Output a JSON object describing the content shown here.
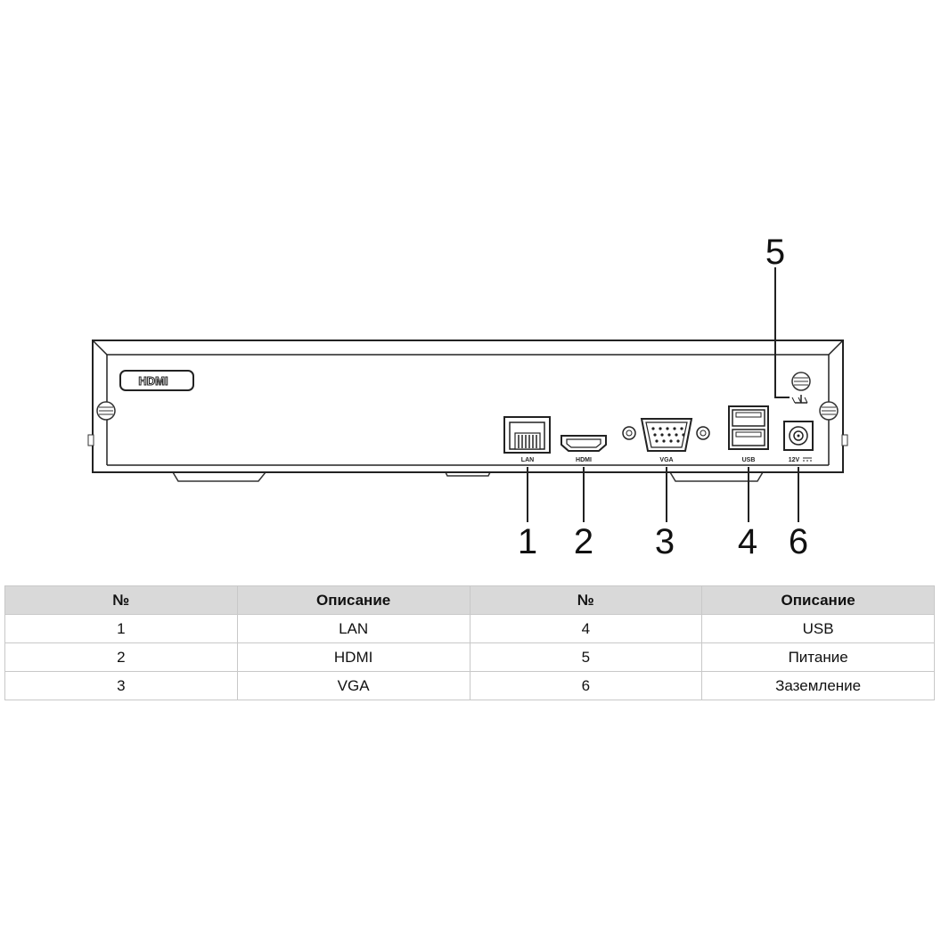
{
  "diagram": {
    "logo_text": "HDMI",
    "port_labels": {
      "lan": "LAN",
      "hdmi": "HDMI",
      "vga": "VGA",
      "usb": "USB",
      "power": "12V"
    },
    "callouts": [
      "1",
      "2",
      "3",
      "4",
      "5",
      "6"
    ]
  },
  "legend": {
    "headers": [
      "№",
      "Описание",
      "№",
      "Описание"
    ],
    "rows": [
      [
        "1",
        "LAN",
        "4",
        "USB"
      ],
      [
        "2",
        "HDMI",
        "5",
        "Питание"
      ],
      [
        "3",
        "VGA",
        "6",
        "Заземление"
      ]
    ]
  }
}
